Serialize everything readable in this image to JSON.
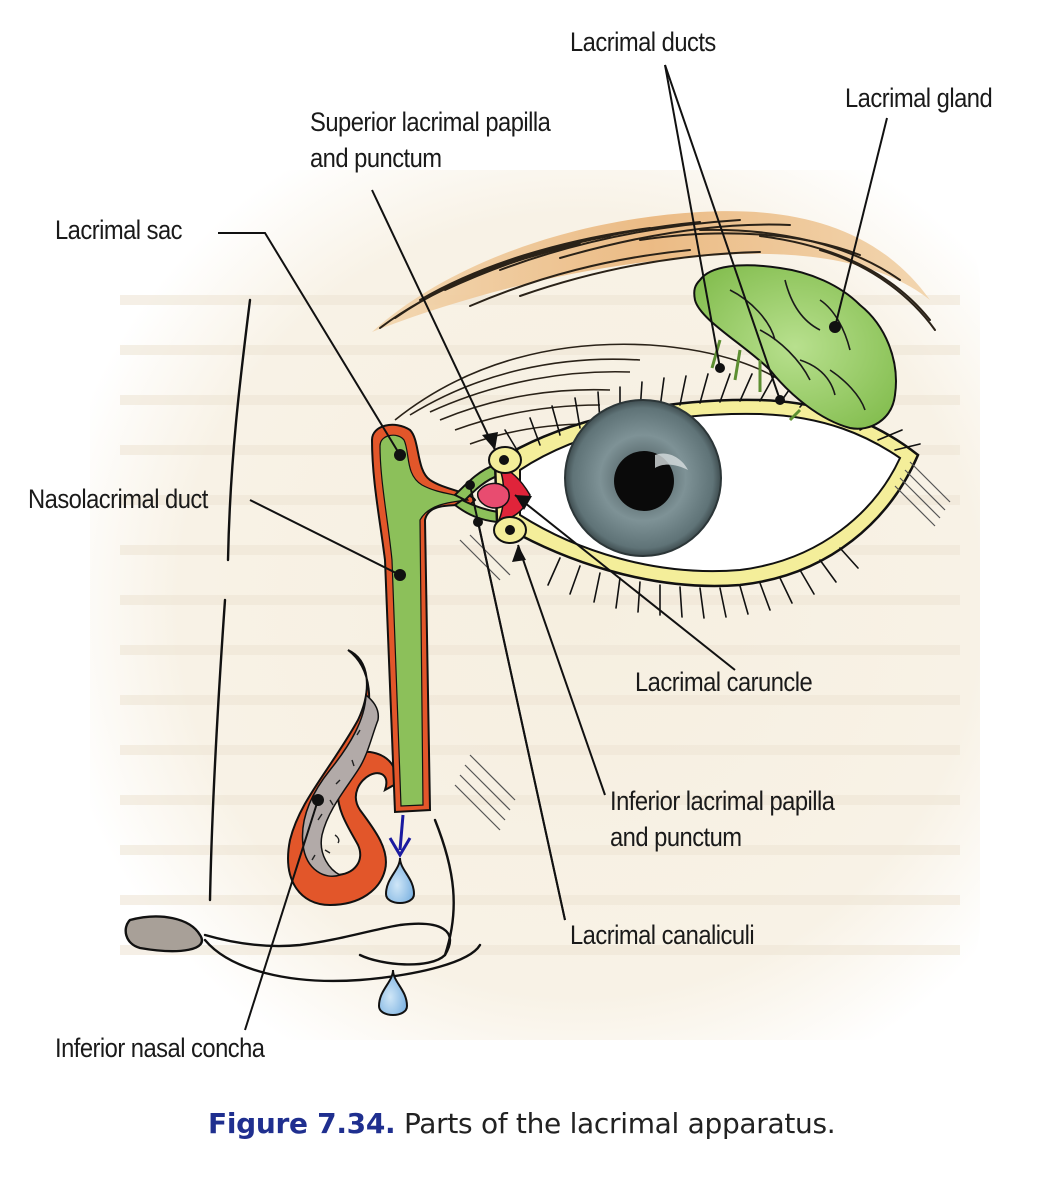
{
  "figure": {
    "title": "Parts of the lacrimal apparatus",
    "caption": {
      "number": "Figure 7.34.",
      "text": " Parts of the lacrimal apparatus."
    },
    "labels": {
      "lacrimal_ducts": "Lacrimal ducts",
      "lacrimal_gland": "Lacrimal gland",
      "superior_papilla_line1": "Superior lacrimal papilla",
      "superior_papilla_line2": "and punctum",
      "lacrimal_sac": "Lacrimal sac",
      "nasolacrimal_duct": "Nasolacrimal duct",
      "lacrimal_caruncle": "Lacrimal caruncle",
      "inferior_papilla_line1": "Inferior lacrimal papilla",
      "inferior_papilla_line2": "and punctum",
      "lacrimal_canaliculi": "Lacrimal canaliculi",
      "inferior_nasal_concha": "Inferior nasal concha"
    },
    "colors": {
      "caption_number": "#1f2f8f",
      "duct_green": "#8cc05a",
      "duct_wall_orange": "#e2562a",
      "gland_green": "#9ccf6e",
      "eyelid_yellow": "#f4ee9a",
      "caruncle_red": "#e0243a",
      "iris_gray": "#6f8488",
      "eyebrow_tan": "#e8b070",
      "concha_gray": "#b2aaa8",
      "tear_blue": "#8ec0e8",
      "flow_arrow_blue": "#1a1aa0",
      "background_tint": "#f8f1e3"
    }
  }
}
